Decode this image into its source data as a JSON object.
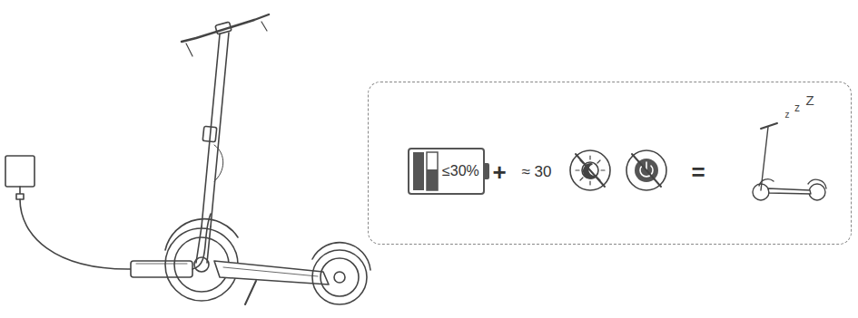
{
  "diagram": {
    "nodes": [
      {
        "text": [
          "+",
          "≈ 30",
          "="
        ]
      },
      {
        "text": [
          "≤30%"
        ],
        "in": 0
      }
    ],
    "labels": [
      "z",
      "z",
      "Z"
    ]
  }
}
